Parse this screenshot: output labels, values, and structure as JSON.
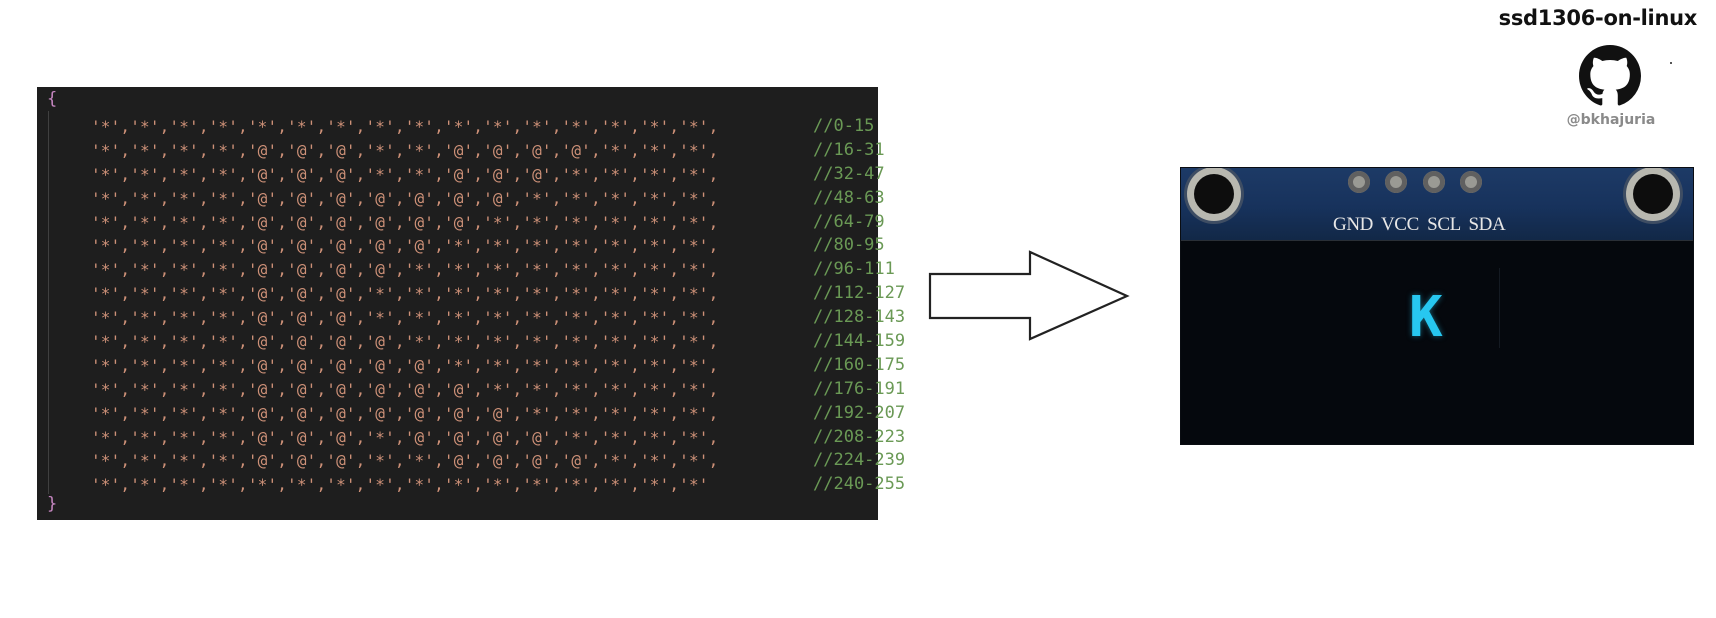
{
  "header": {
    "title": "ssd1306-on-linux",
    "handle": "@bkhajuria"
  },
  "code": {
    "open_brace": "{",
    "close_brace": "}",
    "rows": [
      {
        "cells": "'*','*','*','*','*','*','*','*','*','*','*','*','*','*','*','*',",
        "comment": "//0-15"
      },
      {
        "cells": "'*','*','*','*','@','@','@','*','*','@','@','@','@','*','*','*',",
        "comment": "//16-31"
      },
      {
        "cells": "'*','*','*','*','@','@','@','*','*','@','@','@','*','*','*','*',",
        "comment": "//32-47"
      },
      {
        "cells": "'*','*','*','*','@','@','@','@','@','@','@','*','*','*','*','*',",
        "comment": "//48-63"
      },
      {
        "cells": "'*','*','*','*','@','@','@','@','@','@','*','*','*','*','*','*',",
        "comment": "//64-79"
      },
      {
        "cells": "'*','*','*','*','@','@','@','@','@','*','*','*','*','*','*','*',",
        "comment": "//80-95"
      },
      {
        "cells": "'*','*','*','*','@','@','@','@','*','*','*','*','*','*','*','*',",
        "comment": "//96-111"
      },
      {
        "cells": "'*','*','*','*','@','@','@','*','*','*','*','*','*','*','*','*',",
        "comment": "//112-127"
      },
      {
        "cells": "'*','*','*','*','@','@','@','*','*','*','*','*','*','*','*','*',",
        "comment": "//128-143"
      },
      {
        "cells": "'*','*','*','*','@','@','@','@','*','*','*','*','*','*','*','*',",
        "comment": "//144-159"
      },
      {
        "cells": "'*','*','*','*','@','@','@','@','@','*','*','*','*','*','*','*',",
        "comment": "//160-175"
      },
      {
        "cells": "'*','*','*','*','@','@','@','@','@','@','*','*','*','*','*','*',",
        "comment": "//176-191"
      },
      {
        "cells": "'*','*','*','*','@','@','@','@','@','@','@','*','*','*','*','*',",
        "comment": "//192-207"
      },
      {
        "cells": "'*','*','*','*','@','@','@','*','@','@','@','@','*','*','*','*',",
        "comment": "//208-223"
      },
      {
        "cells": "'*','*','*','*','@','@','@','*','*','@','@','@','@','*','*','*',",
        "comment": "//224-239"
      },
      {
        "cells": "'*','*','*','*','*','*','*','*','*','*','*','*','*','*','*','*'",
        "comment": "//240-255"
      }
    ]
  },
  "oled": {
    "pin_labels": "GND VCC SCL SDA",
    "displayed_char": "K"
  },
  "colors": {
    "code_bg": "#1e1e1e",
    "string": "#ce9178",
    "comment": "#6a9955",
    "brace": "#c586c0",
    "oled_pixel": "#27c7f0"
  },
  "icons": [
    "github-icon",
    "right-arrow-icon"
  ]
}
